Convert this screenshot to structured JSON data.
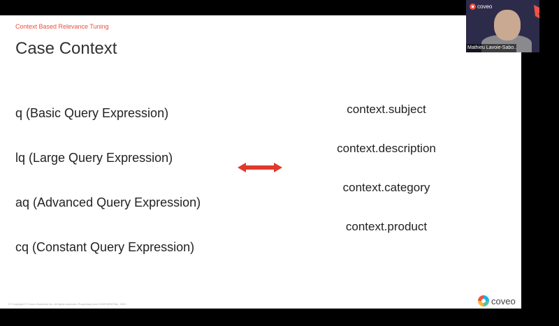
{
  "slide": {
    "subtitle": "Context Based Relevance Tuning",
    "title": "Case Context",
    "query_expressions": [
      "q (Basic Query Expression)",
      "lq (Large Query Expression)",
      "aq (Advanced Query Expression)",
      "cq (Constant Query Expression)"
    ],
    "context_fields": [
      "context.subject",
      "context.description",
      "context.category",
      "context.product"
    ],
    "footer": "27    Copyright © Coveo Solutions Inc. All rights reserved. Proprietary and CONFIDENTIAL, 2021",
    "logo_text": "coveo"
  },
  "video": {
    "participant_name": "Mathieu Lavoie-Sabo...",
    "logo_text": "coveo"
  },
  "colors": {
    "accent": "#e8513f"
  }
}
